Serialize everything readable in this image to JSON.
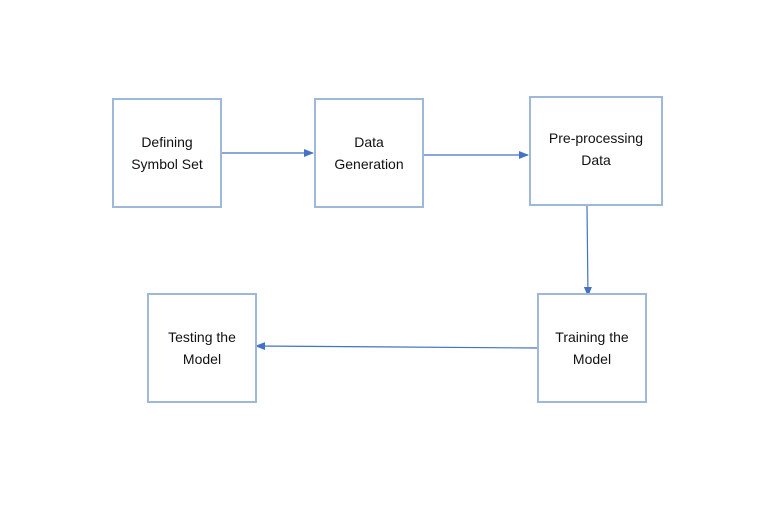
{
  "colors": {
    "box_border": "#9db8d9",
    "arrow": "#4472c4",
    "text": "#111111",
    "background": "#ffffff"
  },
  "nodes": {
    "define": {
      "label": "Defining\nSymbol Set"
    },
    "generate": {
      "label": "Data\nGeneration"
    },
    "preprocess": {
      "label": "Pre-processing\nData"
    },
    "train": {
      "label": "Training the\nModel"
    },
    "test": {
      "label": "Testing the\nModel"
    }
  },
  "edges": [
    {
      "from": "define",
      "to": "generate"
    },
    {
      "from": "generate",
      "to": "preprocess"
    },
    {
      "from": "preprocess",
      "to": "train"
    },
    {
      "from": "train",
      "to": "test"
    }
  ]
}
